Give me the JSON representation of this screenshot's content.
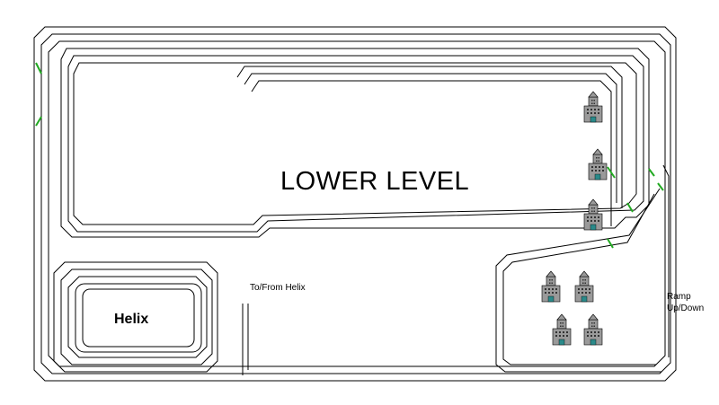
{
  "diagram": {
    "title": "LOWER LEVEL",
    "helix_label": "Helix",
    "helix_connection_label": "To/From Helix",
    "ramp_label_line1": "Ramp",
    "ramp_label_line2": "Up/Down"
  },
  "colors": {
    "track": "#000000",
    "turnout": "#22aa22",
    "building_body": "#9a9a9a",
    "building_window": "#333333",
    "building_door": "#2a8a8a",
    "background": "#ffffff"
  },
  "icons": {
    "building": "building-icon"
  },
  "counts": {
    "buildings": 7,
    "turnouts": 7
  }
}
